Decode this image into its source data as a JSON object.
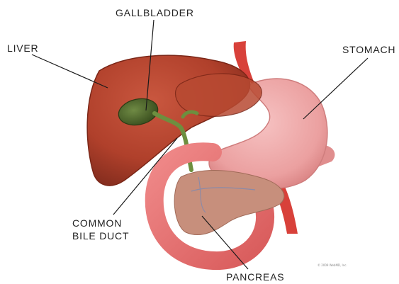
{
  "labels": {
    "gallbladder": "GALLBLADDER",
    "liver": "LIVER",
    "stomach": "STOMACH",
    "common_bile_duct_line1": "COMMON",
    "common_bile_duct_line2": "BILE DUCT",
    "pancreas": "PANCREAS"
  },
  "copyright": "© 2009 WebMD, Inc.",
  "colors": {
    "liver": "#b8442e",
    "gallbladder": "#4f6b2a",
    "stomach": "#eea0a0",
    "duodenum": "#e56a6a",
    "pancreas": "#c78f7c",
    "aorta": "#d8413a",
    "duct": "#6d8f3f",
    "leader_line": "#1a1a1a"
  }
}
